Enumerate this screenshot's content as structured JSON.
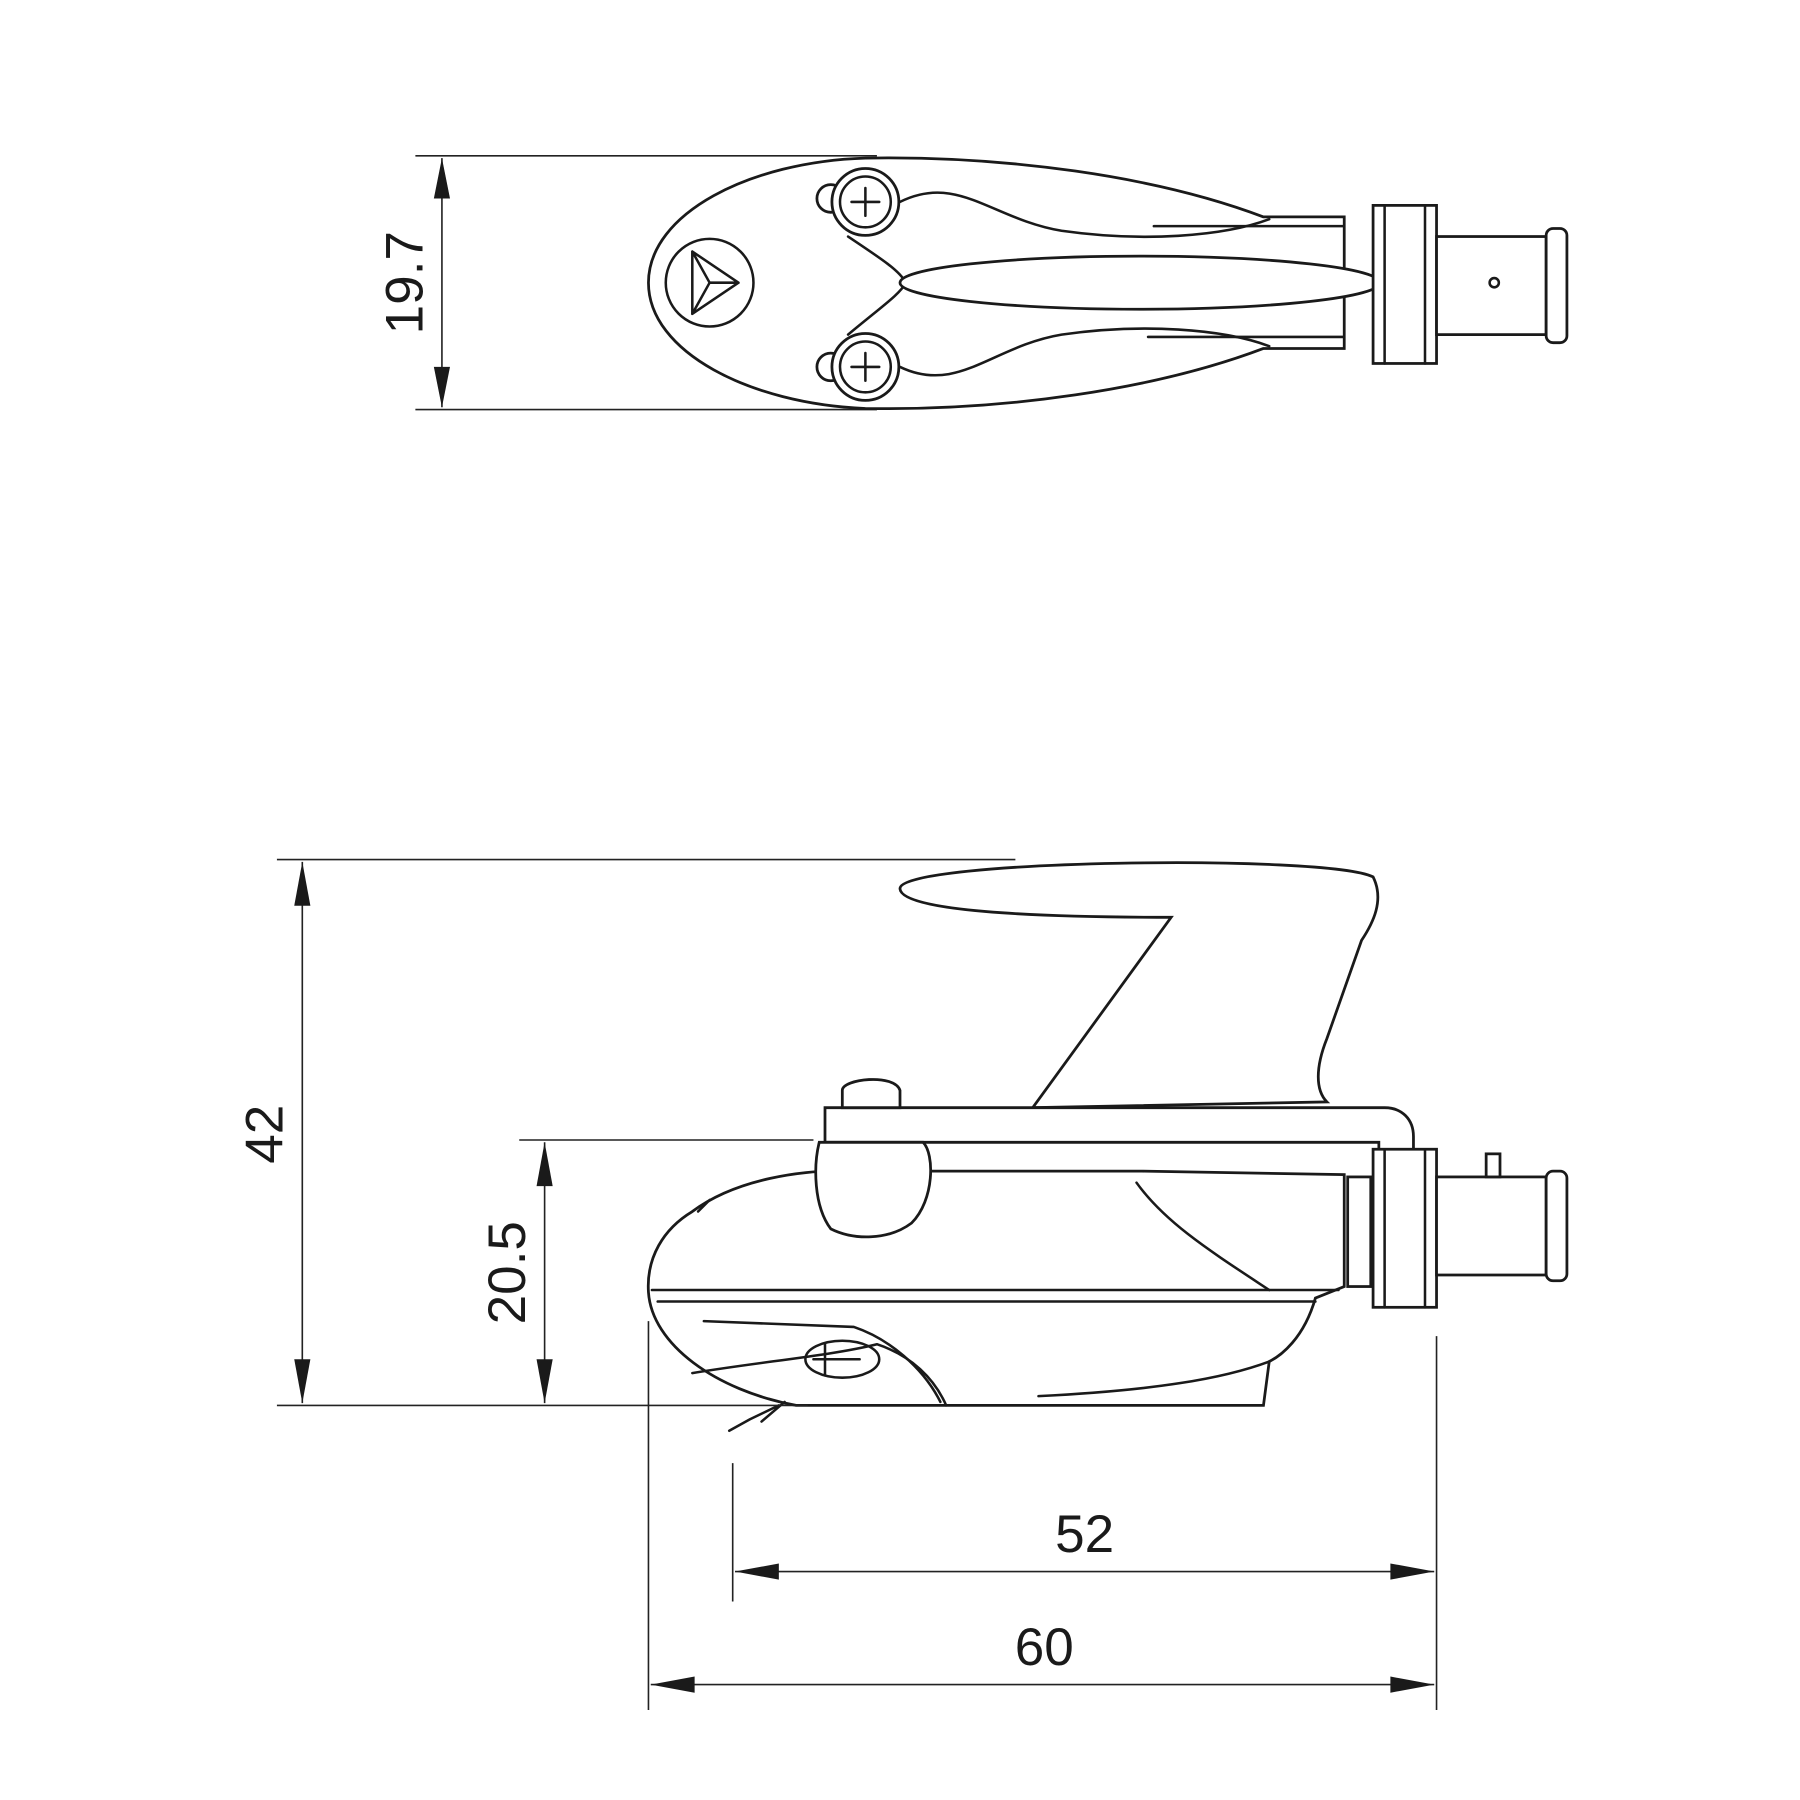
{
  "drawing": {
    "subject": "cartridge-with-headshell",
    "units": "mm",
    "color": "#1a1a1a"
  },
  "dimensions": {
    "top_view_width": "19.7",
    "total_height": "42",
    "cartridge_height": "20.5",
    "stylus_to_mount": "52",
    "overall_length": "60"
  }
}
